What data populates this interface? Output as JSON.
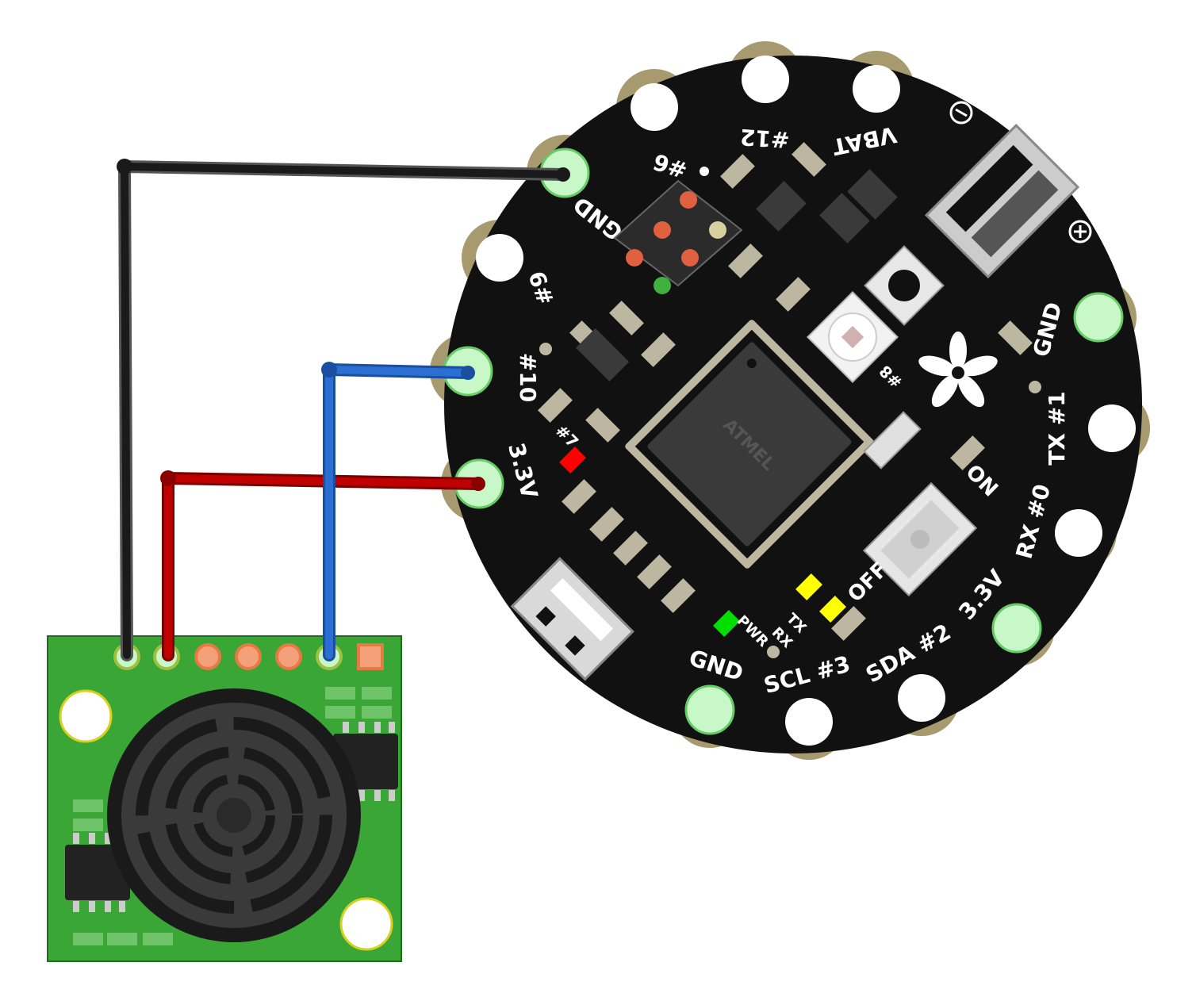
{
  "diagram": {
    "board_pads": {
      "gnd_upper_left": "GND",
      "pin9": "#9",
      "pin10": "#10",
      "v33_left": "3.3V",
      "pin6": "#6",
      "pin12": "#12",
      "vbat": "VBAT",
      "gnd_right": "GND",
      "tx1": "TX #1",
      "rx0": "RX #0",
      "v33_right": "3.3V",
      "sda2": "SDA #2",
      "scl3": "SCL #3",
      "gnd_bottom": "GND"
    },
    "board_labels": {
      "pin7": "#7",
      "pin8": "#8",
      "on": "ON",
      "off": "OFF",
      "pwr": "PWR",
      "tx_led": "TX",
      "rx_led": "RX",
      "chip": "ATMEL"
    },
    "wires": [
      {
        "name": "ground",
        "color": "#1a1a1a",
        "from": "GND",
        "to": "sensor pin 1"
      },
      {
        "name": "power",
        "color": "#c00000",
        "from": "3.3V",
        "to": "sensor pin 2"
      },
      {
        "name": "signal",
        "color": "#2a6fd1",
        "from": "#10",
        "to": "sensor pin 6"
      }
    ],
    "colors": {
      "board": "#111111",
      "pad": "#a89a6f",
      "sensor_pcb": "#3aa635",
      "connected_pad": "#c8f7c8"
    }
  }
}
